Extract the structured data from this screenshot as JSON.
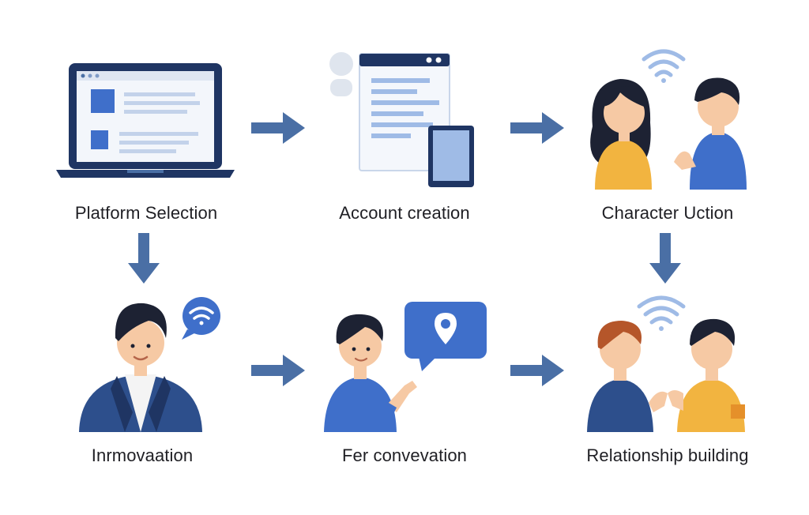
{
  "steps": [
    {
      "label": "Platform Selection"
    },
    {
      "label": "Account creation"
    },
    {
      "label": "Character Uction"
    },
    {
      "label": "Inrmovaation"
    },
    {
      "label": "Fer convevation"
    },
    {
      "label": "Relationship building"
    }
  ],
  "colors": {
    "arrow": "#4a6fa5",
    "navy": "#1f3563",
    "blue": "#3f6fca",
    "light_blue": "#9fbbe6",
    "yellow": "#f2b440",
    "skin": "#f6c9a4",
    "hair": "#1d2233",
    "text": "#1f1f24"
  },
  "icons": [
    "laptop-icon",
    "browser-window-icon",
    "phone-icon",
    "wifi-icon",
    "chat-bubble-icon",
    "location-pin-icon",
    "arrow-right-icon",
    "arrow-down-icon"
  ]
}
